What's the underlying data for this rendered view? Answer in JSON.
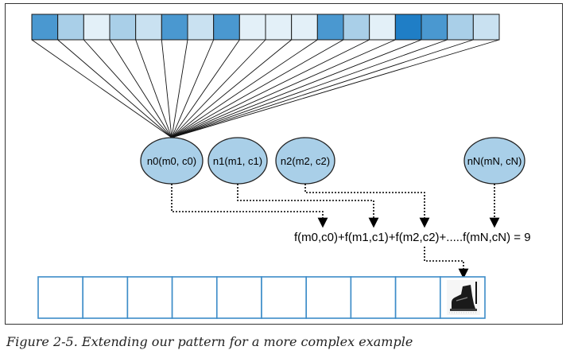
{
  "figure": {
    "caption": "Figure 2-5. Extending our pattern for a more complex example"
  },
  "input_row": {
    "cell_count": 18,
    "cell_colors": [
      "#4a98d0",
      "#a9cfe8",
      "#e3f0f8",
      "#a9cfe8",
      "#c9e1f1",
      "#4a98d0",
      "#c9e1f1",
      "#4a98d0",
      "#e3f0f8",
      "#e3f0f8",
      "#e3f0f8",
      "#4a98d0",
      "#a9cfe8",
      "#e3f0f8",
      "#1f7ec6",
      "#4a98d0",
      "#a9cfe8",
      "#c9e1f1"
    ]
  },
  "neurons": [
    {
      "id": "n0",
      "label": "n0(m0, c0)"
    },
    {
      "id": "n1",
      "label": "n1(m1, c1)"
    },
    {
      "id": "n2",
      "label": "n2(m2, c2)"
    },
    {
      "id": "nN",
      "label": "nN(mN, cN)"
    }
  ],
  "neuron_style": {
    "fill": "#a9cfe8",
    "stroke": "#222222"
  },
  "equation": {
    "text": "f(m0,c0)+f(m1,c1)+f(m2,c2)+.....f(mN,cN) = 9"
  },
  "output_row": {
    "cell_count": 10,
    "highlight_index": 9,
    "border_color": "#3c8cc8",
    "highlight_icon": "boot-icon"
  }
}
